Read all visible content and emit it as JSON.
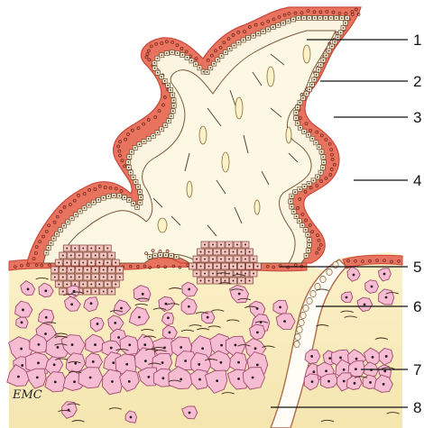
{
  "figure": {
    "labels": [
      "1",
      "2",
      "3",
      "4",
      "5",
      "6",
      "7",
      "8"
    ],
    "mark": "EMC"
  },
  "colors": {
    "outer_epithelium": "#e8735f",
    "outer_epithelium_edge": "#c9473a",
    "inner_cells": "#fbf4e0",
    "stroma": "#fdf8e4",
    "dermis": "#f7efc6",
    "dermis_deep": "#f3e6b3",
    "pink_cells": "#f5bcd2",
    "pink_cells_edge": "#a04a6e",
    "leader": "#111111"
  }
}
